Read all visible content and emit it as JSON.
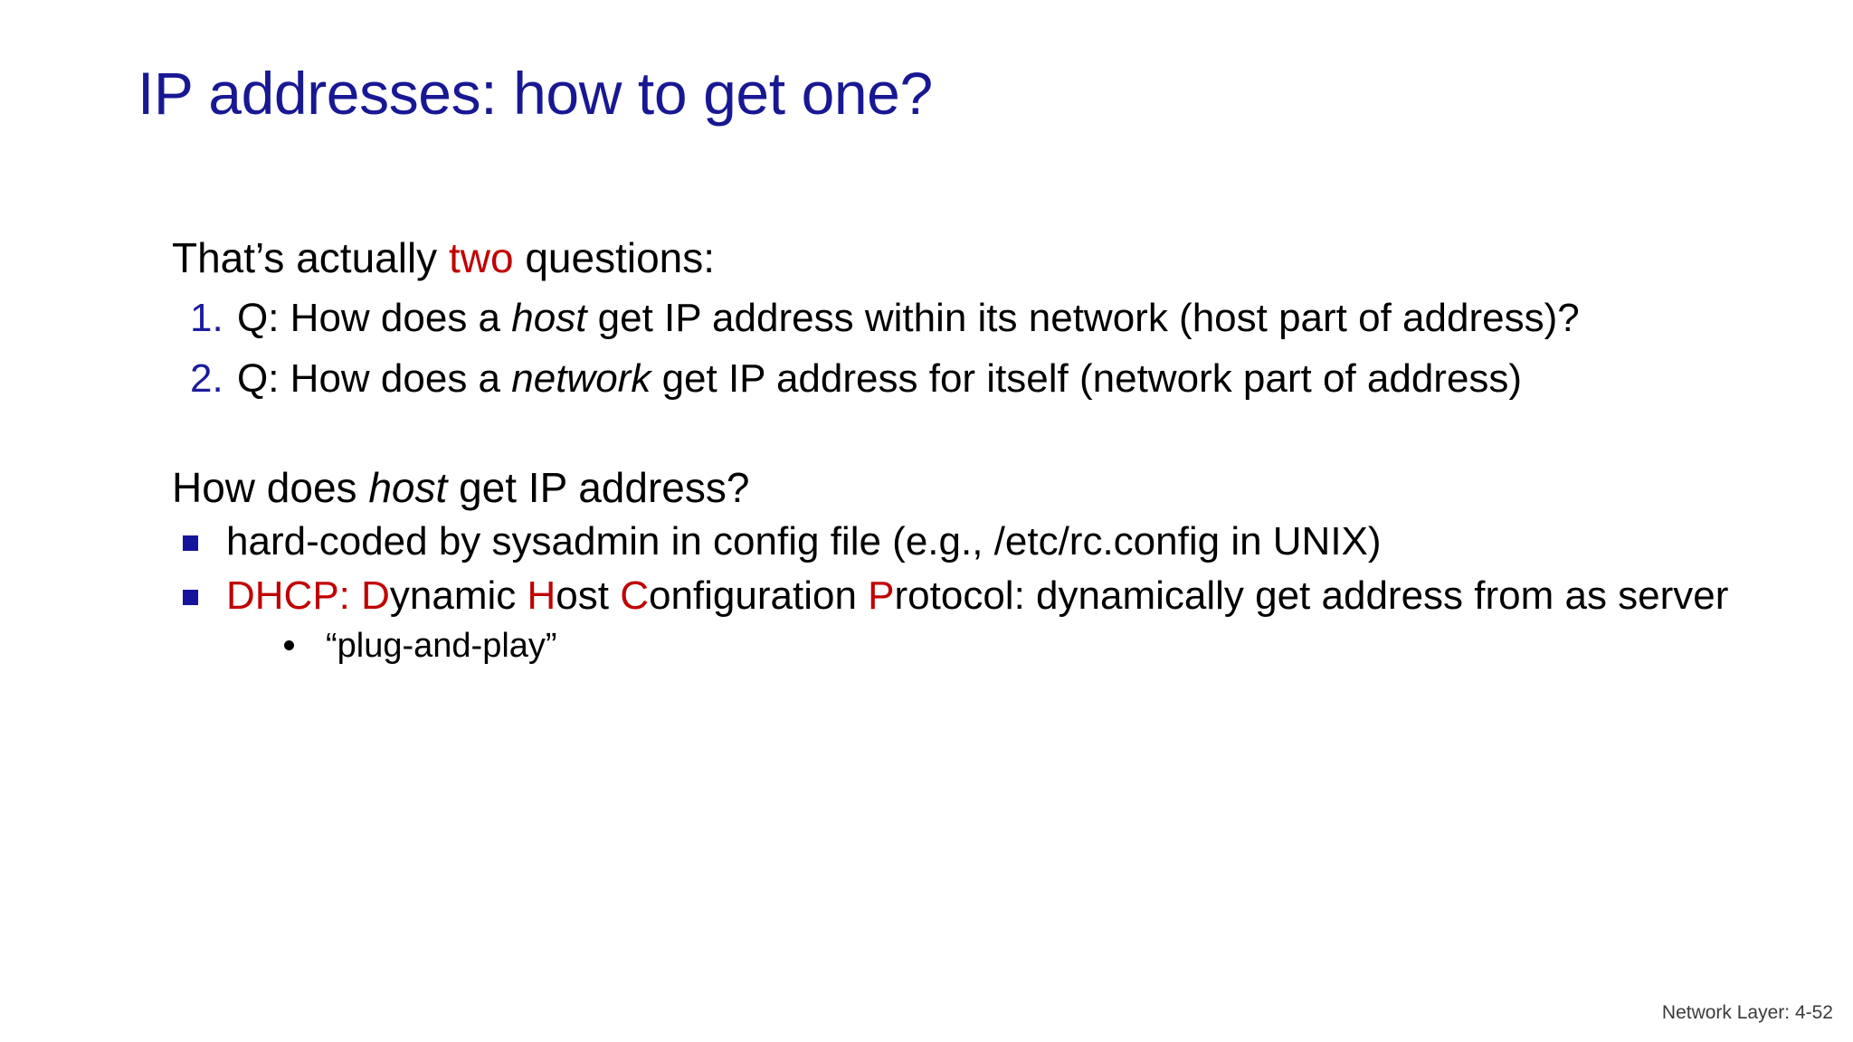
{
  "slide": {
    "title": "IP addresses: how to get one?",
    "title_color": "#181894",
    "background_color": "#ffffff",
    "accent_red": "#c00000",
    "accent_blue": "#1c1c9c",
    "bullet_square_color": "#15159b"
  },
  "lead": {
    "part1": "That’s actually ",
    "highlight": "two",
    "part2": " questions:"
  },
  "questions": [
    {
      "marker": "1.",
      "before_italic": "Q: How does a ",
      "italic": "host",
      "after_italic": " get IP address within its network (host part of address)?"
    },
    {
      "marker": "2.",
      "before_italic": "Q: How does a ",
      "italic": "network",
      "after_italic": " get IP address for itself (network part of address)"
    }
  ],
  "sub_head": {
    "before_italic": "How does ",
    "italic": "host",
    "after_italic": " get IP address?"
  },
  "bullets": [
    {
      "text": "hard-coded by sysadmin in config file (e.g., /etc/rc.config in UNIX)"
    },
    {
      "segments": [
        {
          "text": "DHCP: ",
          "color": "red"
        },
        {
          "text": "D",
          "color": "red"
        },
        {
          "text": "ynamic ",
          "color": "black"
        },
        {
          "text": "H",
          "color": "red"
        },
        {
          "text": "ost ",
          "color": "black"
        },
        {
          "text": "C",
          "color": "red"
        },
        {
          "text": "onfiguration ",
          "color": "black"
        },
        {
          "text": "P",
          "color": "red"
        },
        {
          "text": "rotocol: dynamically get address from as server",
          "color": "black"
        }
      ]
    }
  ],
  "sub_bullets": [
    {
      "text": "“plug-and-play”"
    }
  ],
  "footer": {
    "text": "Network Layer: 4-52"
  }
}
